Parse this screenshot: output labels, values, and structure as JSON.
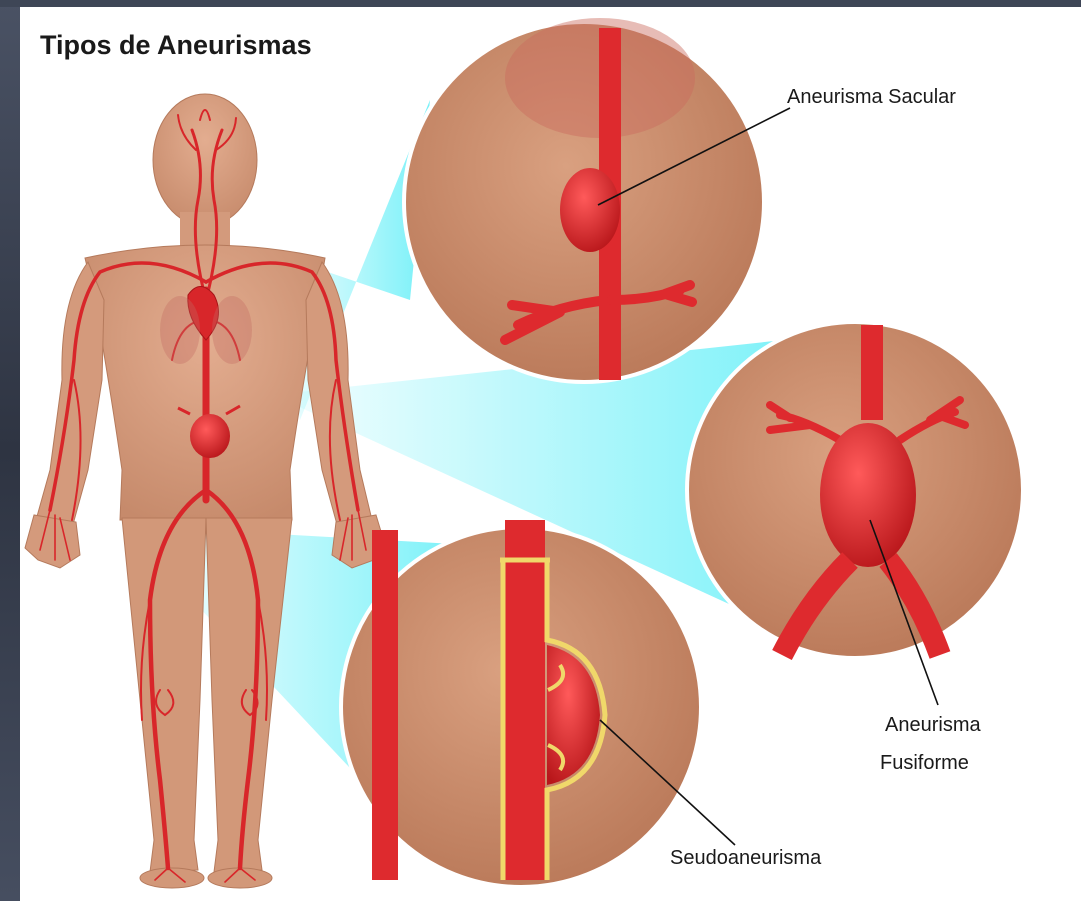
{
  "title": "Tipos de Aneurismas",
  "labels": {
    "sacular": "Aneurisma Sacular",
    "fusiforme_line1": "Aneurisma",
    "fusiforme_line2": "Fusiforme",
    "seudo": "Seudoaneurisma"
  },
  "colors": {
    "skin": "#d9a084",
    "skin_dark": "#c08566",
    "circle_bg": "#cf906f",
    "artery": "#e0262a",
    "artery_dark": "#a81418",
    "beam": "#48ecf6",
    "wall": "#f0d86a",
    "background": "#3a4252"
  }
}
